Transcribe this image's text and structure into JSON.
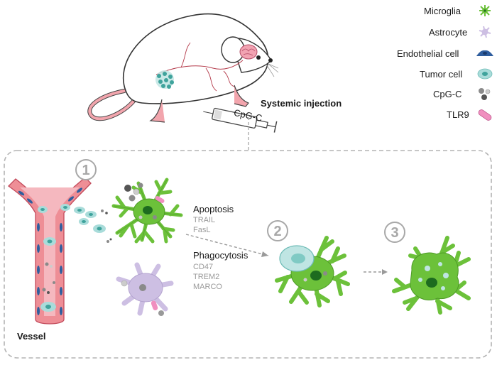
{
  "legend": {
    "items": [
      {
        "key": "microglia",
        "label": "Microglia"
      },
      {
        "key": "astrocyte",
        "label": "Astrocyte"
      },
      {
        "key": "endothelial",
        "label": "Endothelial cell"
      },
      {
        "key": "tumor",
        "label": "Tumor cell"
      },
      {
        "key": "cpgc",
        "label": "CpG-C"
      },
      {
        "key": "tlr9",
        "label": "TLR9"
      }
    ]
  },
  "injection": {
    "title": "Systemic injection",
    "syringe_label": "CpG-C"
  },
  "steps": [
    "1",
    "2",
    "3"
  ],
  "vessel_label": "Vessel",
  "mechanisms": {
    "apoptosis": {
      "title": "Apoptosis",
      "items": [
        "TRAIL",
        "FasL"
      ]
    },
    "phagocytosis": {
      "title": "Phagocytosis",
      "items": [
        "CD47",
        "TREM2",
        "MARCO"
      ]
    }
  },
  "colors": {
    "microglia": "#6cc13a",
    "microglia_nucleus": "#1d6b1f",
    "astrocyte": "#cdbfe3",
    "endothelial": "#2f5e9e",
    "tumor": "#a9dcda",
    "tumor_nucleus": "#3fa39c",
    "cpgc": "#8a8a8a",
    "tlr9": "#f08fbf",
    "vessel": "#ee8e96",
    "mouse_tail": "#f2a5ad"
  }
}
